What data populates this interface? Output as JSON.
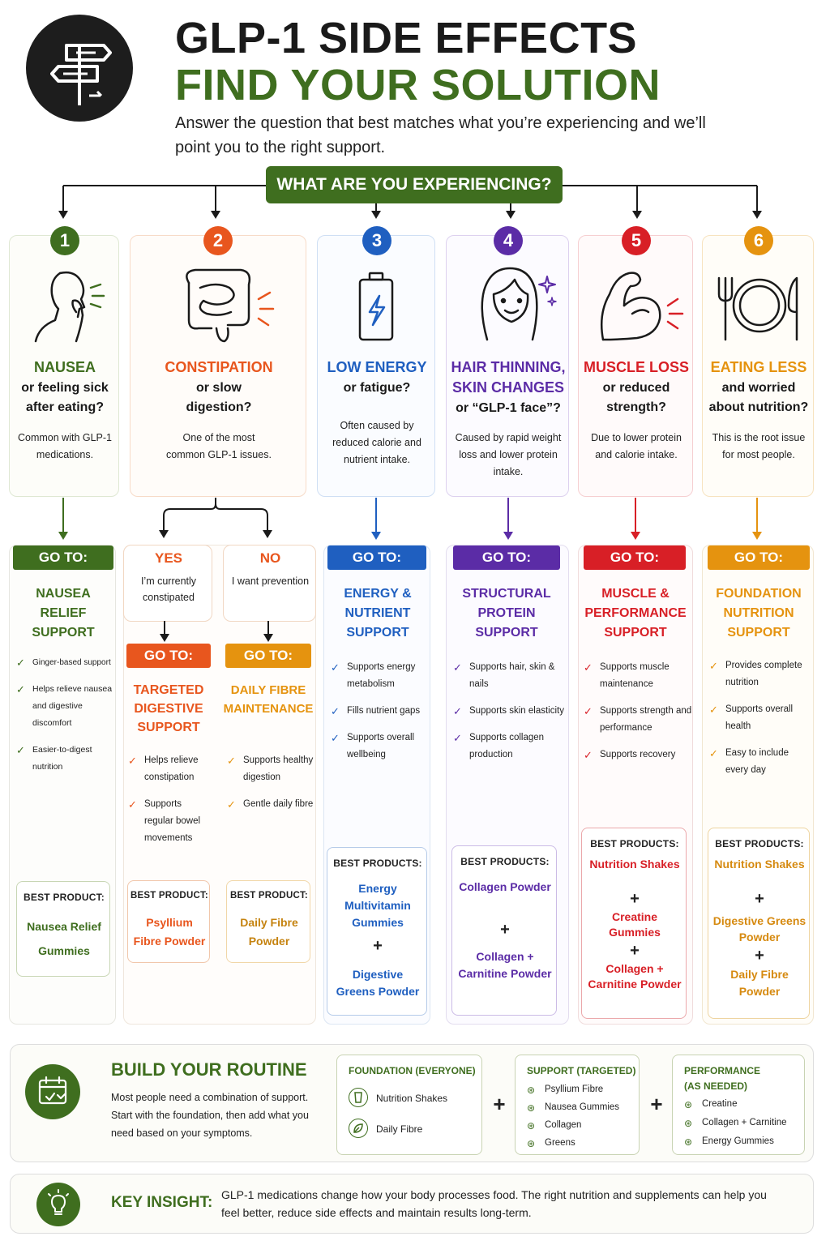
{
  "header": {
    "title_line1": "GLP-1 SIDE EFFECTS",
    "title_line2": "FIND YOUR SOLUTION",
    "subtitle": "Answer the question that best matches what you’re experiencing and we’ll point you to the right support.",
    "icon": "signpost-icon"
  },
  "question": "WHAT ARE YOU EXPERIENCING?",
  "colors": {
    "green": "#3f6e1f",
    "orange": "#e8561e",
    "blue": "#1f5fc0",
    "purple": "#5b2ca6",
    "red": "#d81f26",
    "amber": "#e5930f"
  },
  "symptoms": [
    {
      "number": "1",
      "title": "NAUSEA",
      "sub": "or feeling sick after eating?",
      "desc": "Common with GLP-1 medications.",
      "icon": "nausea-person-icon"
    },
    {
      "number": "2",
      "title": "CONSTIPATION",
      "sub": "or slow digestion?",
      "desc": "One of the most common GLP-1 issues.",
      "icon": "intestine-icon"
    },
    {
      "number": "3",
      "title": "LOW ENERGY",
      "sub": "or fatigue?",
      "desc": "Often caused by reduced calorie and nutrient intake.",
      "icon": "battery-icon"
    },
    {
      "number": "4",
      "title": "HAIR THINNING, SKIN CHANGES",
      "sub": "or “GLP-1 face”?",
      "desc": "Caused by rapid weight loss and lower protein intake.",
      "icon": "woman-face-icon"
    },
    {
      "number": "5",
      "title": "MUSCLE LOSS",
      "sub": "or reduced strength?",
      "desc": "Due to lower protein and calorie intake.",
      "icon": "flexed-arm-icon"
    },
    {
      "number": "6",
      "title": "EATING LESS",
      "sub": "and worried about nutrition?",
      "desc": "This is the root issue for most people.",
      "icon": "plate-cutlery-icon"
    }
  ],
  "goto_label": "GO TO:",
  "best_product_label": "BEST PRODUCT:",
  "best_products_label": "BEST PRODUCTS:",
  "constipation_branch": {
    "yes": {
      "head": "YES",
      "sub": "I’m currently constipated"
    },
    "no": {
      "head": "NO",
      "sub": "I want prevention"
    }
  },
  "solutions": {
    "nausea": {
      "title": "NAUSEA RELIEF SUPPORT",
      "bullets": [
        "Ginger-based support",
        "Helps relieve nausea and digestive discomfort",
        "Easier-to-digest nutrition"
      ],
      "products": [
        "Nausea Relief Gummies"
      ]
    },
    "yes": {
      "title": "TARGETED DIGESTIVE SUPPORT",
      "bullets": [
        "Helps relieve constipation",
        "Supports regular bowel movements"
      ],
      "products": [
        "Psyllium Fibre Powder"
      ]
    },
    "no": {
      "title": "DAILY FIBRE MAINTENANCE",
      "bullets": [
        "Supports healthy digestion",
        "Gentle daily fibre"
      ],
      "products": [
        "Daily Fibre Powder"
      ]
    },
    "energy": {
      "title": "ENERGY & NUTRIENT SUPPORT",
      "bullets": [
        "Supports energy metabolism",
        "Fills nutrient gaps",
        "Supports overall wellbeing"
      ],
      "products": [
        "Energy Multivitamin Gummies",
        "Digestive Greens Powder"
      ]
    },
    "protein": {
      "title": "STRUCTURAL PROTEIN SUPPORT",
      "bullets": [
        "Supports hair, skin & nails",
        "Supports skin elasticity",
        "Supports collagen production"
      ],
      "products": [
        "Collagen Powder",
        "Collagen + Carnitine Powder"
      ]
    },
    "muscle": {
      "title": "MUSCLE & PERFORMANCE SUPPORT",
      "bullets": [
        "Supports muscle maintenance",
        "Supports strength and performance",
        "Supports recovery"
      ],
      "products": [
        "Nutrition Shakes",
        "Creatine Gummies",
        "Collagen + Carnitine Powder"
      ]
    },
    "foundation": {
      "title": "FOUNDATION NUTRITION SUPPORT",
      "bullets": [
        "Provides complete nutrition",
        "Supports overall health",
        "Easy to include every day"
      ],
      "products": [
        "Nutrition Shakes",
        "Digestive Greens Powder",
        "Daily Fibre Powder"
      ]
    }
  },
  "routine": {
    "title": "BUILD YOUR ROUTINE",
    "text": "Most people need a combination of support. Start with the foundation, then add what you need based on your symptoms.",
    "icon": "calendar-icon",
    "foundation": {
      "label": "FOUNDATION (EVERYONE)",
      "items": [
        "Nutrition Shakes",
        "Daily Fibre"
      ]
    },
    "support": {
      "label": "SUPPORT (TARGETED)",
      "items": [
        "Psyllium Fibre",
        "Nausea Gummies",
        "Collagen",
        "Greens"
      ]
    },
    "performance": {
      "label": "PERFORMANCE (AS NEEDED)",
      "items": [
        "Creatine",
        "Collagen + Carnitine",
        "Energy Gummies"
      ]
    },
    "plus": "+"
  },
  "insight": {
    "label": "KEY INSIGHT:",
    "text": "GLP-1 medications change how your body processes food. The right nutrition and supplements can help you feel better, reduce side effects and maintain results long-term.",
    "icon": "lightbulb-icon"
  }
}
